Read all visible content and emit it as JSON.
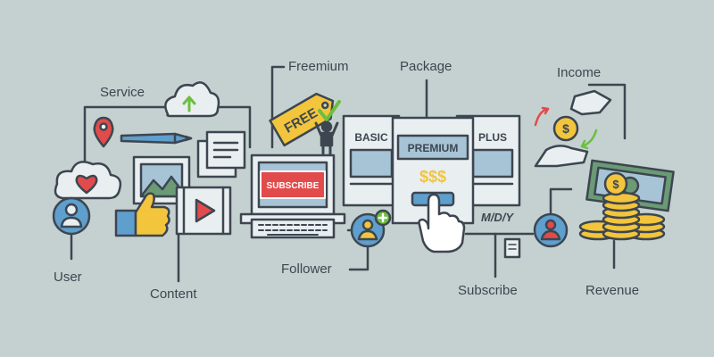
{
  "labels": {
    "service": "Service",
    "freemium": "Freemium",
    "package": "Package",
    "income": "Income",
    "user": "User",
    "content": "Content",
    "follower": "Follower",
    "subscribe": "Subscribe",
    "revenue": "Revenue"
  },
  "tag_text": "FREE",
  "screen_button": "SUBSCRIBE",
  "plans": {
    "basic": "BASIC",
    "premium": "PREMIUM",
    "plus": "PLUS",
    "price_symbols": "$$$",
    "billing": "M/D/Y"
  },
  "coin_symbol": "$",
  "colors": {
    "background": "#c4d1d0",
    "outline": "#3d4650",
    "accent_red": "#e24b4b",
    "accent_green": "#6cbf3e",
    "accent_blue": "#5e9fce",
    "accent_yellow": "#f2c53d",
    "panel_light": "#e9eef1",
    "panel_blue": "#a7c4d6"
  },
  "icons": [
    "cloud-upload-icon",
    "map-pin-icon",
    "pencil-icon",
    "document-icon",
    "picture-icon",
    "thumbs-up-icon",
    "video-icon",
    "heart-cloud-icon",
    "user-avatar-icon",
    "price-tag-icon",
    "checkmark-icon",
    "cheering-person-icon",
    "monitor-icon",
    "keyboard-icon",
    "add-follower-icon",
    "cursor-hand-icon",
    "small-document-icon",
    "subscriber-avatar-icon",
    "hand-coin-icon",
    "banknote-icon",
    "coin-stack-icon"
  ]
}
